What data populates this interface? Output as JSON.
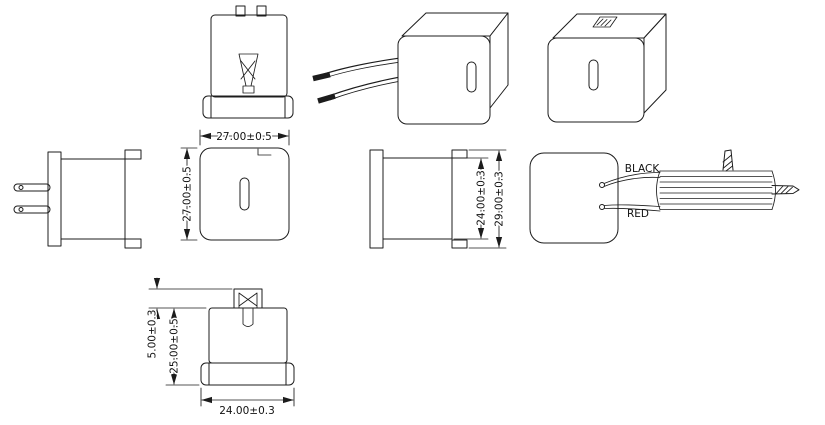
{
  "labels": {
    "front_width": "27.00±0.5",
    "front_height": "27.00±0.5",
    "side_depth": "24.00±0.3",
    "side_overall": "29.00±0.3",
    "bottom_clip": "5.00±0.3",
    "bottom_body": "25.00±0.5",
    "bottom_width": "24.00±0.3",
    "wire_black": "BLACK",
    "wire_red": "RED"
  },
  "colors": {
    "line": "#1c1c1c",
    "background": "#ffffff"
  }
}
